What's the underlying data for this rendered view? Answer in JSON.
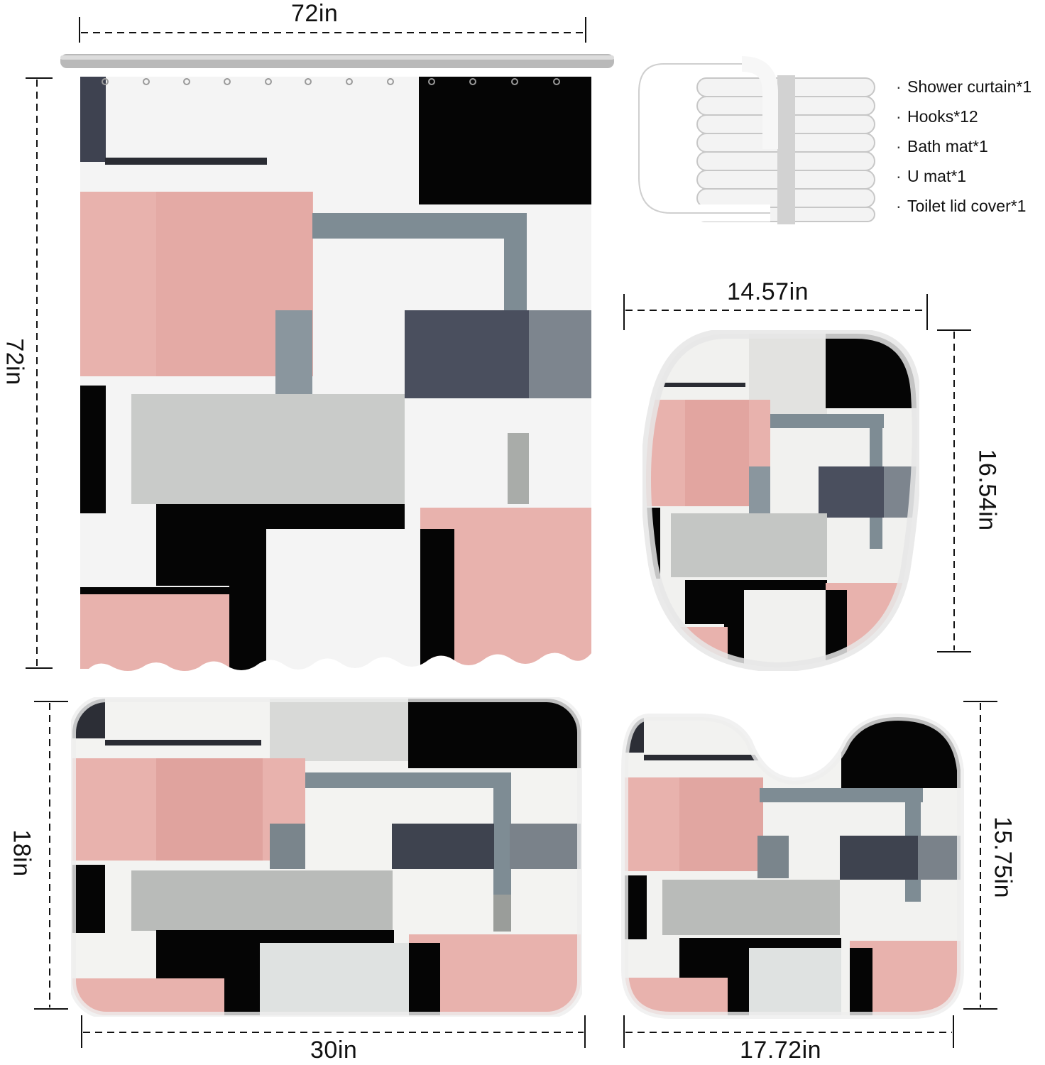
{
  "dimensions": {
    "curtain_width": "72in",
    "curtain_height": "72in",
    "lid_width": "14.57in",
    "lid_height": "16.54in",
    "bath_mat_height": "18in",
    "bath_mat_width": "30in",
    "u_mat_height": "15.75in",
    "u_mat_width": "17.72in"
  },
  "contents": [
    {
      "bullet": "·",
      "label": "Shower curtain*1"
    },
    {
      "bullet": "·",
      "label": "Hooks*12"
    },
    {
      "bullet": "·",
      "label": "Bath mat*1"
    },
    {
      "bullet": "·",
      "label": "U mat*1"
    },
    {
      "bullet": "·",
      "label": "Toilet lid cover*1"
    }
  ],
  "colors": {
    "pink": "#e8b2ad",
    "black": "#0a0a0a",
    "navy": "#4a4f5e",
    "slate": "#7d8891",
    "light_gray": "#c8cac8",
    "white": "#f6f6f6"
  }
}
